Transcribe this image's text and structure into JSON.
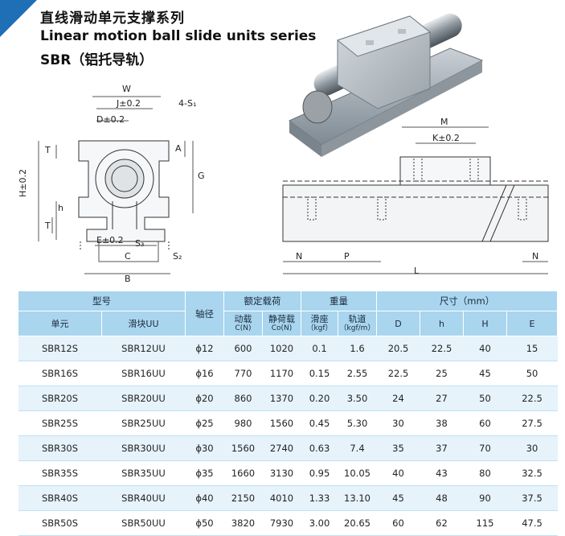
{
  "header": {
    "title_cn": "直线滑动单元支撑系列",
    "title_en": "Linear motion ball slide units series",
    "model": "SBR（铝托导轨）",
    "accent_color": "#1e6fb5"
  },
  "drawing_labels": {
    "W": "W",
    "J": "J±0.2",
    "S1": "4-S₁",
    "D": "D±0.2",
    "T": "T",
    "A": "A",
    "H": "H±0.2",
    "G": "G",
    "h": "h",
    "E": "E±0.2",
    "S3": "S₃",
    "C": "C",
    "S2": "S₂",
    "B": "B",
    "M": "M",
    "K": "K±0.2",
    "N": "N",
    "P": "P",
    "L": "L"
  },
  "table": {
    "group_headers": {
      "model": "型号",
      "shaft": "轴径",
      "load": "额定载荷",
      "weight": "重量",
      "size": "尺寸（mm）"
    },
    "sub_headers": {
      "unit": "单元",
      "block": "滑块UU",
      "dyn": "动载",
      "dyn_unit": "C(N)",
      "stat": "静荷载",
      "stat_unit": "Co(N)",
      "slide": "滑座",
      "slide_unit": "（kgf）",
      "rail": "轨道",
      "rail_unit": "（kgf/m）",
      "D": "D",
      "h": "h",
      "H": "H",
      "E": "E"
    },
    "rows": [
      [
        "SBR12S",
        "SBR12UU",
        "ϕ12",
        "600",
        "1020",
        "0.1",
        "1.6",
        "20.5",
        "22.5",
        "40",
        "15"
      ],
      [
        "SBR16S",
        "SBR16UU",
        "ϕ16",
        "770",
        "1170",
        "0.15",
        "2.55",
        "22.5",
        "25",
        "45",
        "50"
      ],
      [
        "SBR20S",
        "SBR20UU",
        "ϕ20",
        "860",
        "1370",
        "0.20",
        "3.50",
        "24",
        "27",
        "50",
        "22.5"
      ],
      [
        "SBR25S",
        "SBR25UU",
        "ϕ25",
        "980",
        "1560",
        "0.45",
        "5.30",
        "30",
        "38",
        "60",
        "27.5"
      ],
      [
        "SBR30S",
        "SBR30UU",
        "ϕ30",
        "1560",
        "2740",
        "0.63",
        "7.4",
        "35",
        "37",
        "70",
        "30"
      ],
      [
        "SBR35S",
        "SBR35UU",
        "ϕ35",
        "1660",
        "3130",
        "0.95",
        "10.05",
        "40",
        "43",
        "80",
        "32.5"
      ],
      [
        "SBR40S",
        "SBR40UU",
        "ϕ40",
        "2150",
        "4010",
        "1.33",
        "13.10",
        "45",
        "48",
        "90",
        "37.5"
      ],
      [
        "SBR50S",
        "SBR50UU",
        "ϕ50",
        "3820",
        "7930",
        "3.00",
        "20.65",
        "60",
        "62",
        "115",
        "47.5"
      ]
    ]
  }
}
